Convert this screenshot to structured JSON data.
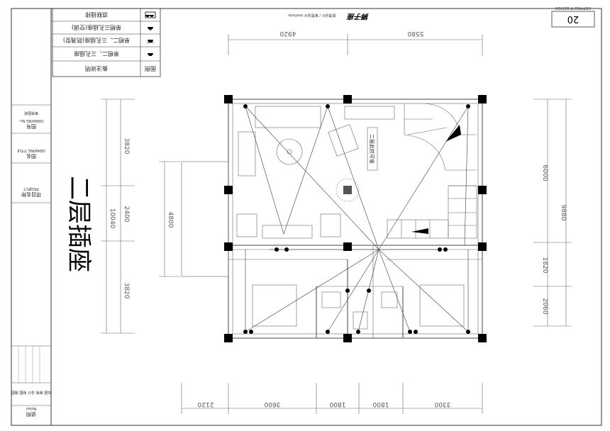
{
  "sheet": {
    "number": "20",
    "drawing_title": "二层插座",
    "company": "狮子座",
    "company_sub": "装潢设计 / 家居设计 institute"
  },
  "title_block": {
    "drawing_label": "图号",
    "drawing_label_en": "DRAWING No.",
    "drawing_name_label": "图名",
    "drawing_name_label_en": "DRAWING TITLE",
    "project_label": "项目名称",
    "project_label_en": "PROJECT",
    "notes_label": "说明",
    "notes_label_en": "Notes",
    "check_label": "审核图纸",
    "sign_row": "出图 审核 设计 制图 描图"
  },
  "legend": {
    "header_symbol": "图例",
    "header_desc": "备注说明",
    "rows": [
      {
        "symbol": "socket-icon",
        "desc": "单相二、三孔插座"
      },
      {
        "symbol": "socket-icon",
        "desc": "单相二、三孔插座(防溅型)"
      },
      {
        "symbol": "socket-icon",
        "desc": "单相三孔插座(空调)"
      },
      {
        "symbol": "double-socket-icon",
        "desc": "双联插排"
      }
    ]
  },
  "plan": {
    "note": "二层此柱可省"
  },
  "dimensions": {
    "top": [
      "4920",
      "5580"
    ],
    "bottom": [
      "2120",
      "3600",
      "1800",
      "1800",
      "3300"
    ],
    "left": [
      "3820",
      "2400",
      "3820"
    ],
    "left_total": "10040",
    "left_inner": "4800",
    "right": [
      "6000",
      "1820",
      "2060"
    ],
    "right_total": "9880"
  },
  "colors": {
    "ink": "#111111",
    "line": "#555555",
    "background": "#ffffff"
  }
}
